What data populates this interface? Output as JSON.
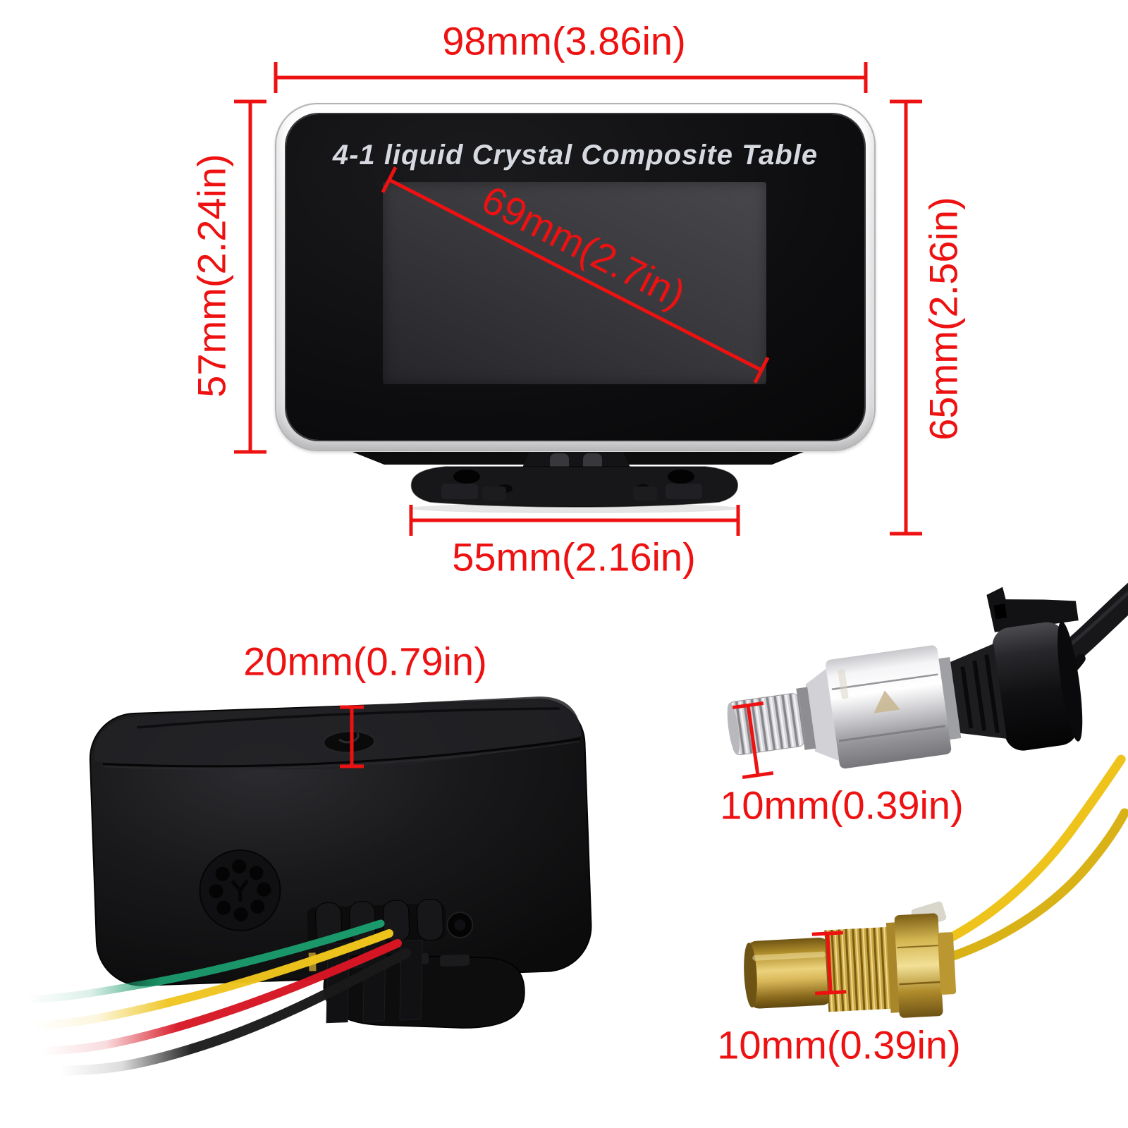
{
  "colors": {
    "annotation_red": "#ee1111",
    "wire_green": "#1a9a6c",
    "wire_yellow": "#eec41c",
    "wire_red": "#d61523",
    "wire_black": "#191919",
    "gauge_title_text": "#d6d9e0"
  },
  "front_view": {
    "display_title": "4-1 liquid Crystal Composite Table",
    "dim_width_top": "98mm(3.86in)",
    "dim_height_left": "57mm(2.24in)",
    "dim_height_right": "65mm(2.56in)",
    "dim_screen_diagonal": "69mm(2.7in)",
    "dim_base_width": "55mm(2.16in)"
  },
  "back_view": {
    "dim_top_depth": "20mm(0.79in)"
  },
  "pressure_sensor": {
    "dim_thread": "10mm(0.39in)"
  },
  "temp_sensor": {
    "dim_thread": "10mm(0.39in)"
  }
}
